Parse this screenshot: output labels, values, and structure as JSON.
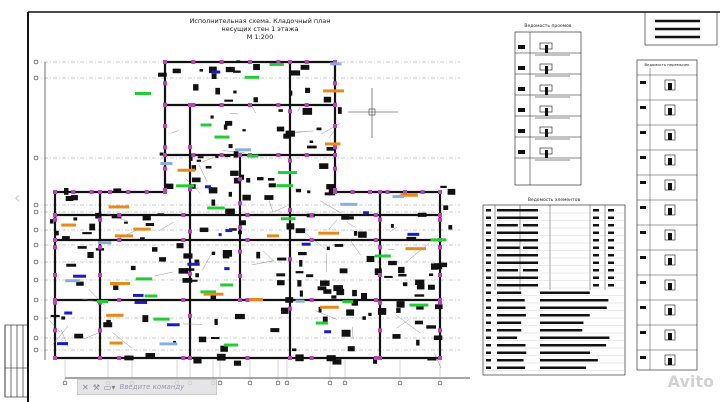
{
  "drawing": {
    "title_line1": "Исполнительная схема. Кладочный план",
    "title_line2": "несущих стен 1 этажа",
    "scale": "М 1:200",
    "openings_table_title": "Ведомость проемов",
    "lintels_table_title": "Ведомость перемычек",
    "elements_table_title": "Ведомость элементов"
  },
  "command_line": {
    "close_icon": "close-icon",
    "settings_icon": "wrench-icon",
    "history_icon": "command-history-icon",
    "placeholder": "Введите команду"
  },
  "colors": {
    "wall": "#111111",
    "marker": "#c040c0",
    "green_tag": "#22cc33",
    "orange_tag": "#e88a1a",
    "blue_tag": "#1a1acc",
    "lightblue_fill": "#8aaee0"
  },
  "watermark": "Avito"
}
